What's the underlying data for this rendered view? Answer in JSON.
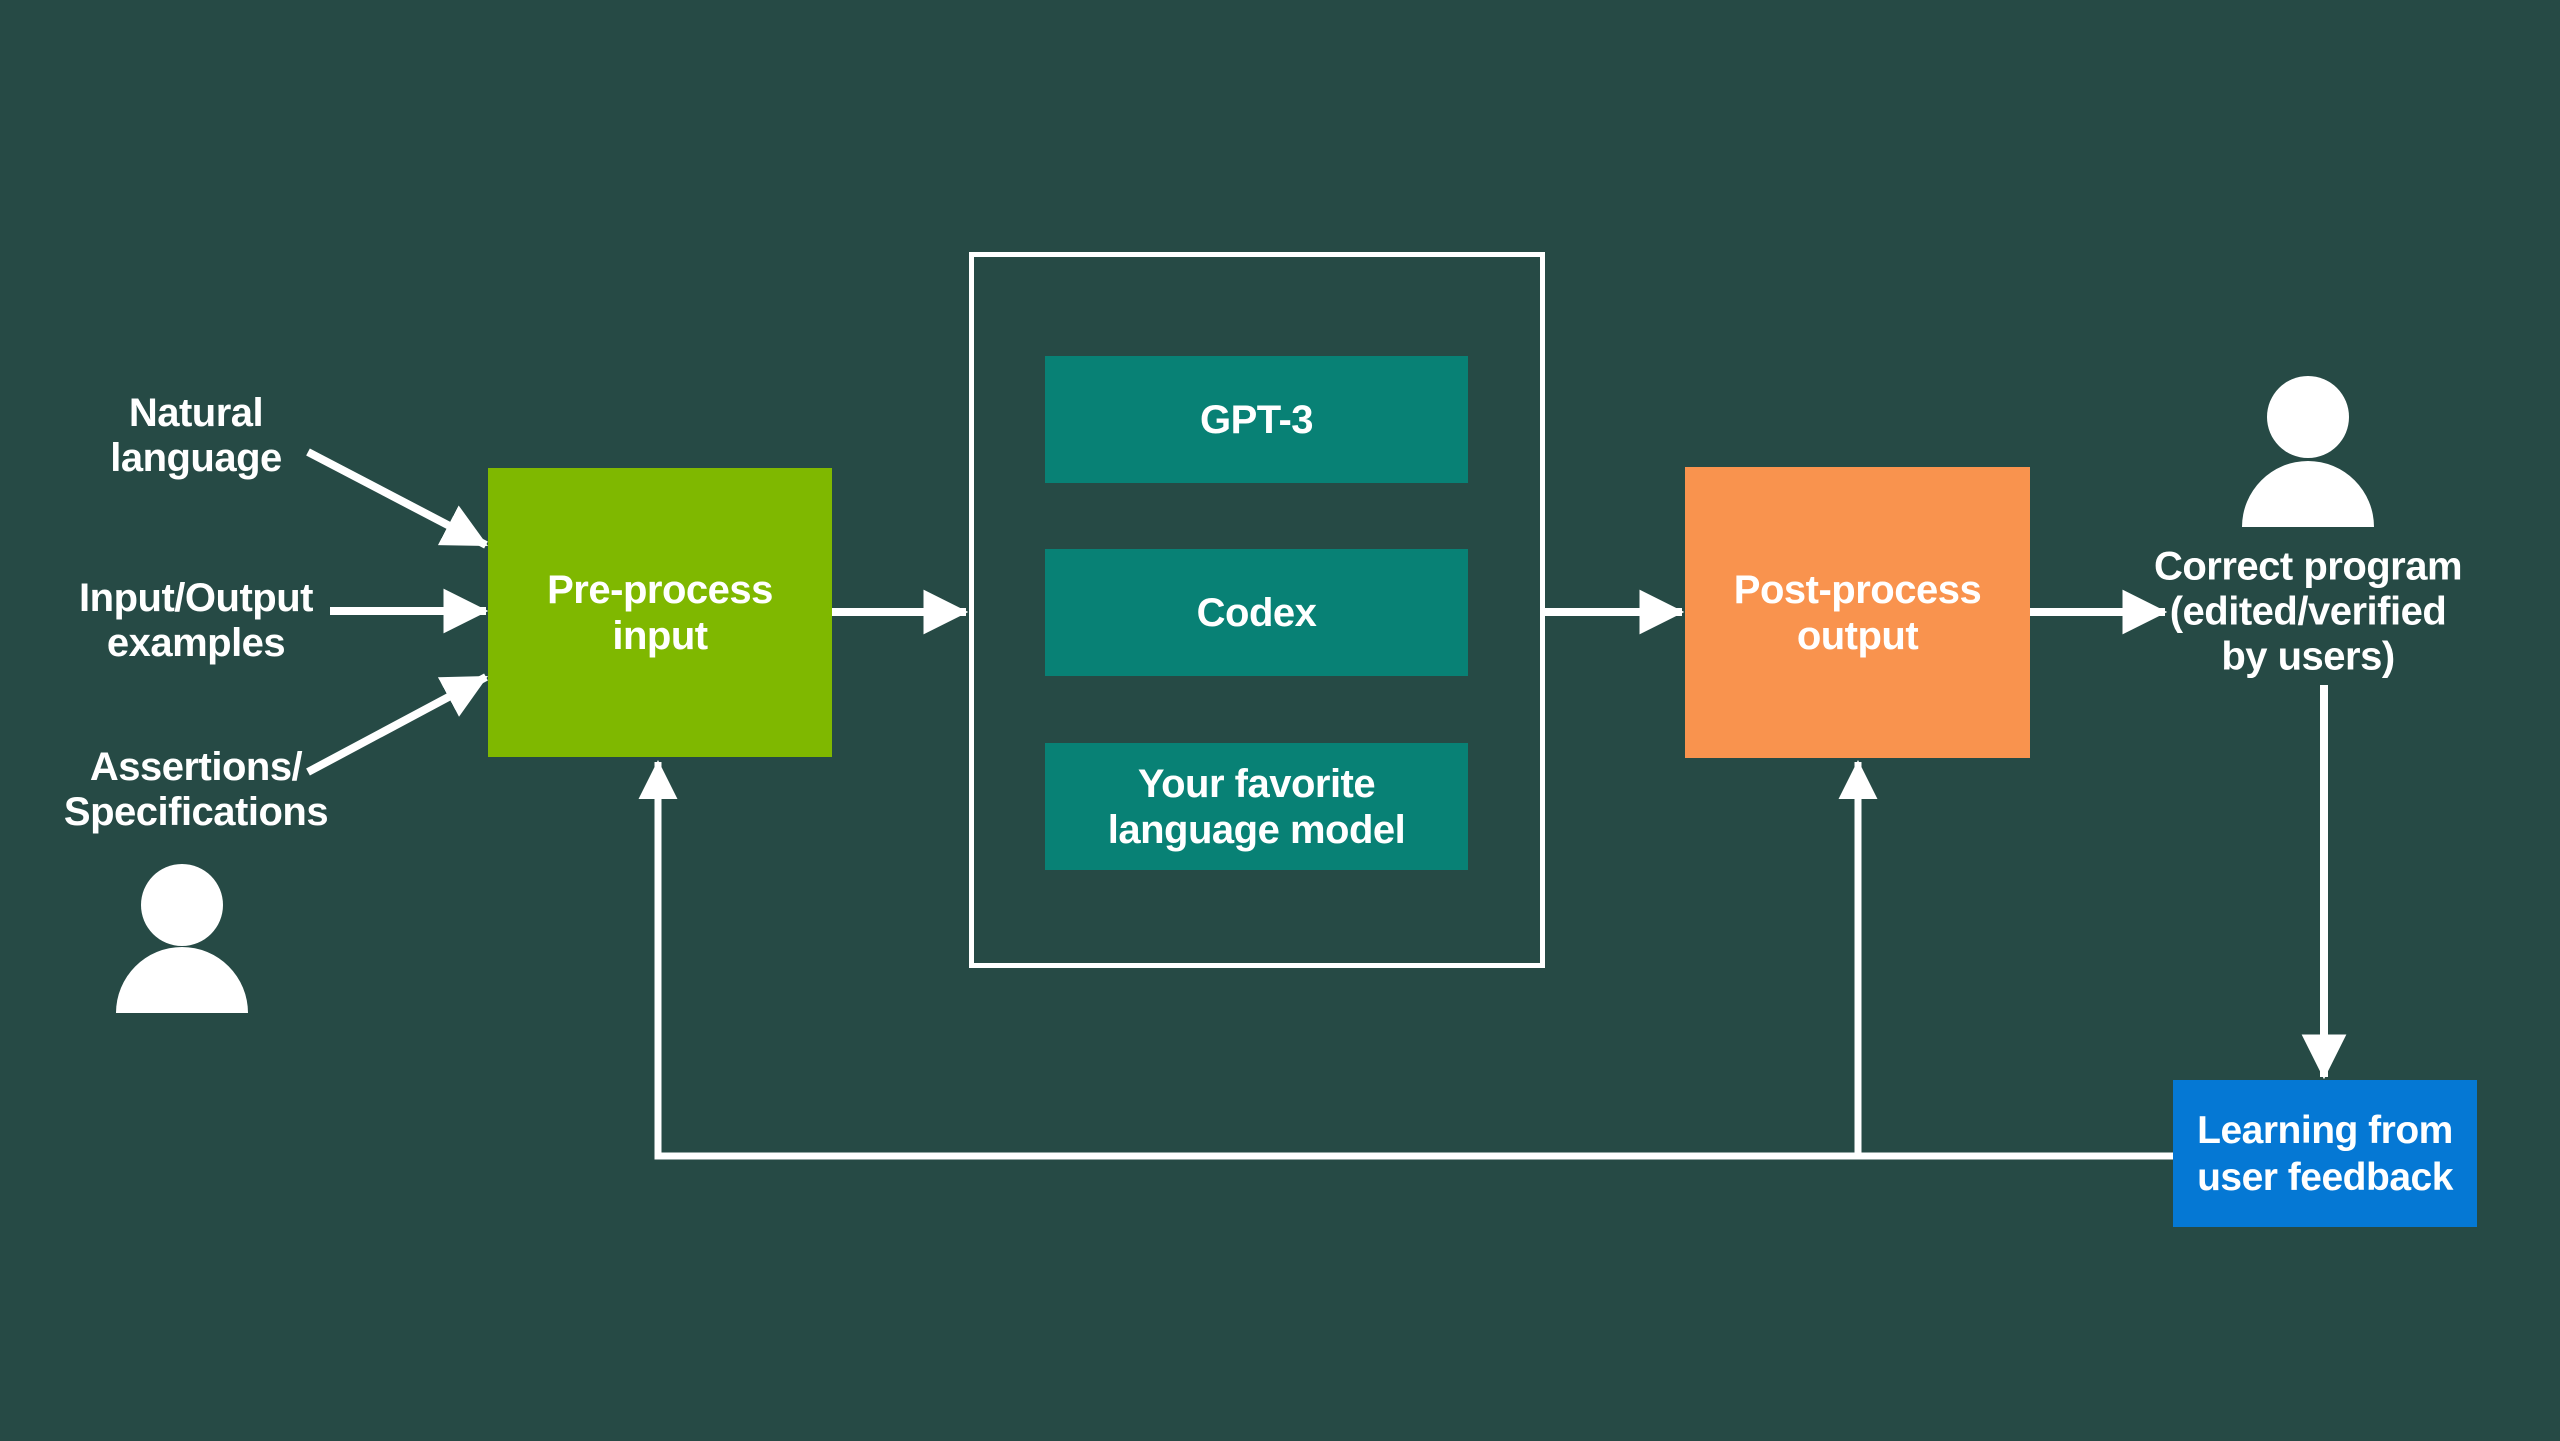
{
  "colors": {
    "background": "#264A45",
    "preprocess_green": "#7FB800",
    "model_teal": "#088175",
    "postprocess_orange": "#F9934E",
    "feedback_blue": "#0578D4",
    "text_white": "#FFFFFF",
    "arrow_white": "#FFFFFF",
    "container_border": "#FFFFFF"
  },
  "diagram": {
    "inputs": [
      {
        "lines": [
          "Natural",
          "language"
        ]
      },
      {
        "lines": [
          "Input/Output",
          "examples"
        ]
      },
      {
        "lines": [
          "Assertions/",
          "Specifications"
        ]
      }
    ],
    "preprocess_box": {
      "lines": [
        "Pre-process",
        "input"
      ]
    },
    "model_container": {
      "boxes": [
        {
          "lines": [
            "GPT-3"
          ]
        },
        {
          "lines": [
            "Codex"
          ]
        },
        {
          "lines": [
            "Your favorite",
            "language model"
          ]
        }
      ]
    },
    "postprocess_box": {
      "lines": [
        "Post-process",
        "output"
      ]
    },
    "output_label": {
      "lines": [
        "Correct program",
        "(edited/verified",
        "by users)"
      ]
    },
    "feedback_box": {
      "lines": [
        "Learning from",
        "user feedback"
      ]
    },
    "icons": [
      {
        "name": "user-icon-left",
        "shape": "person-silhouette"
      },
      {
        "name": "user-icon-right",
        "shape": "person-silhouette"
      }
    ]
  }
}
